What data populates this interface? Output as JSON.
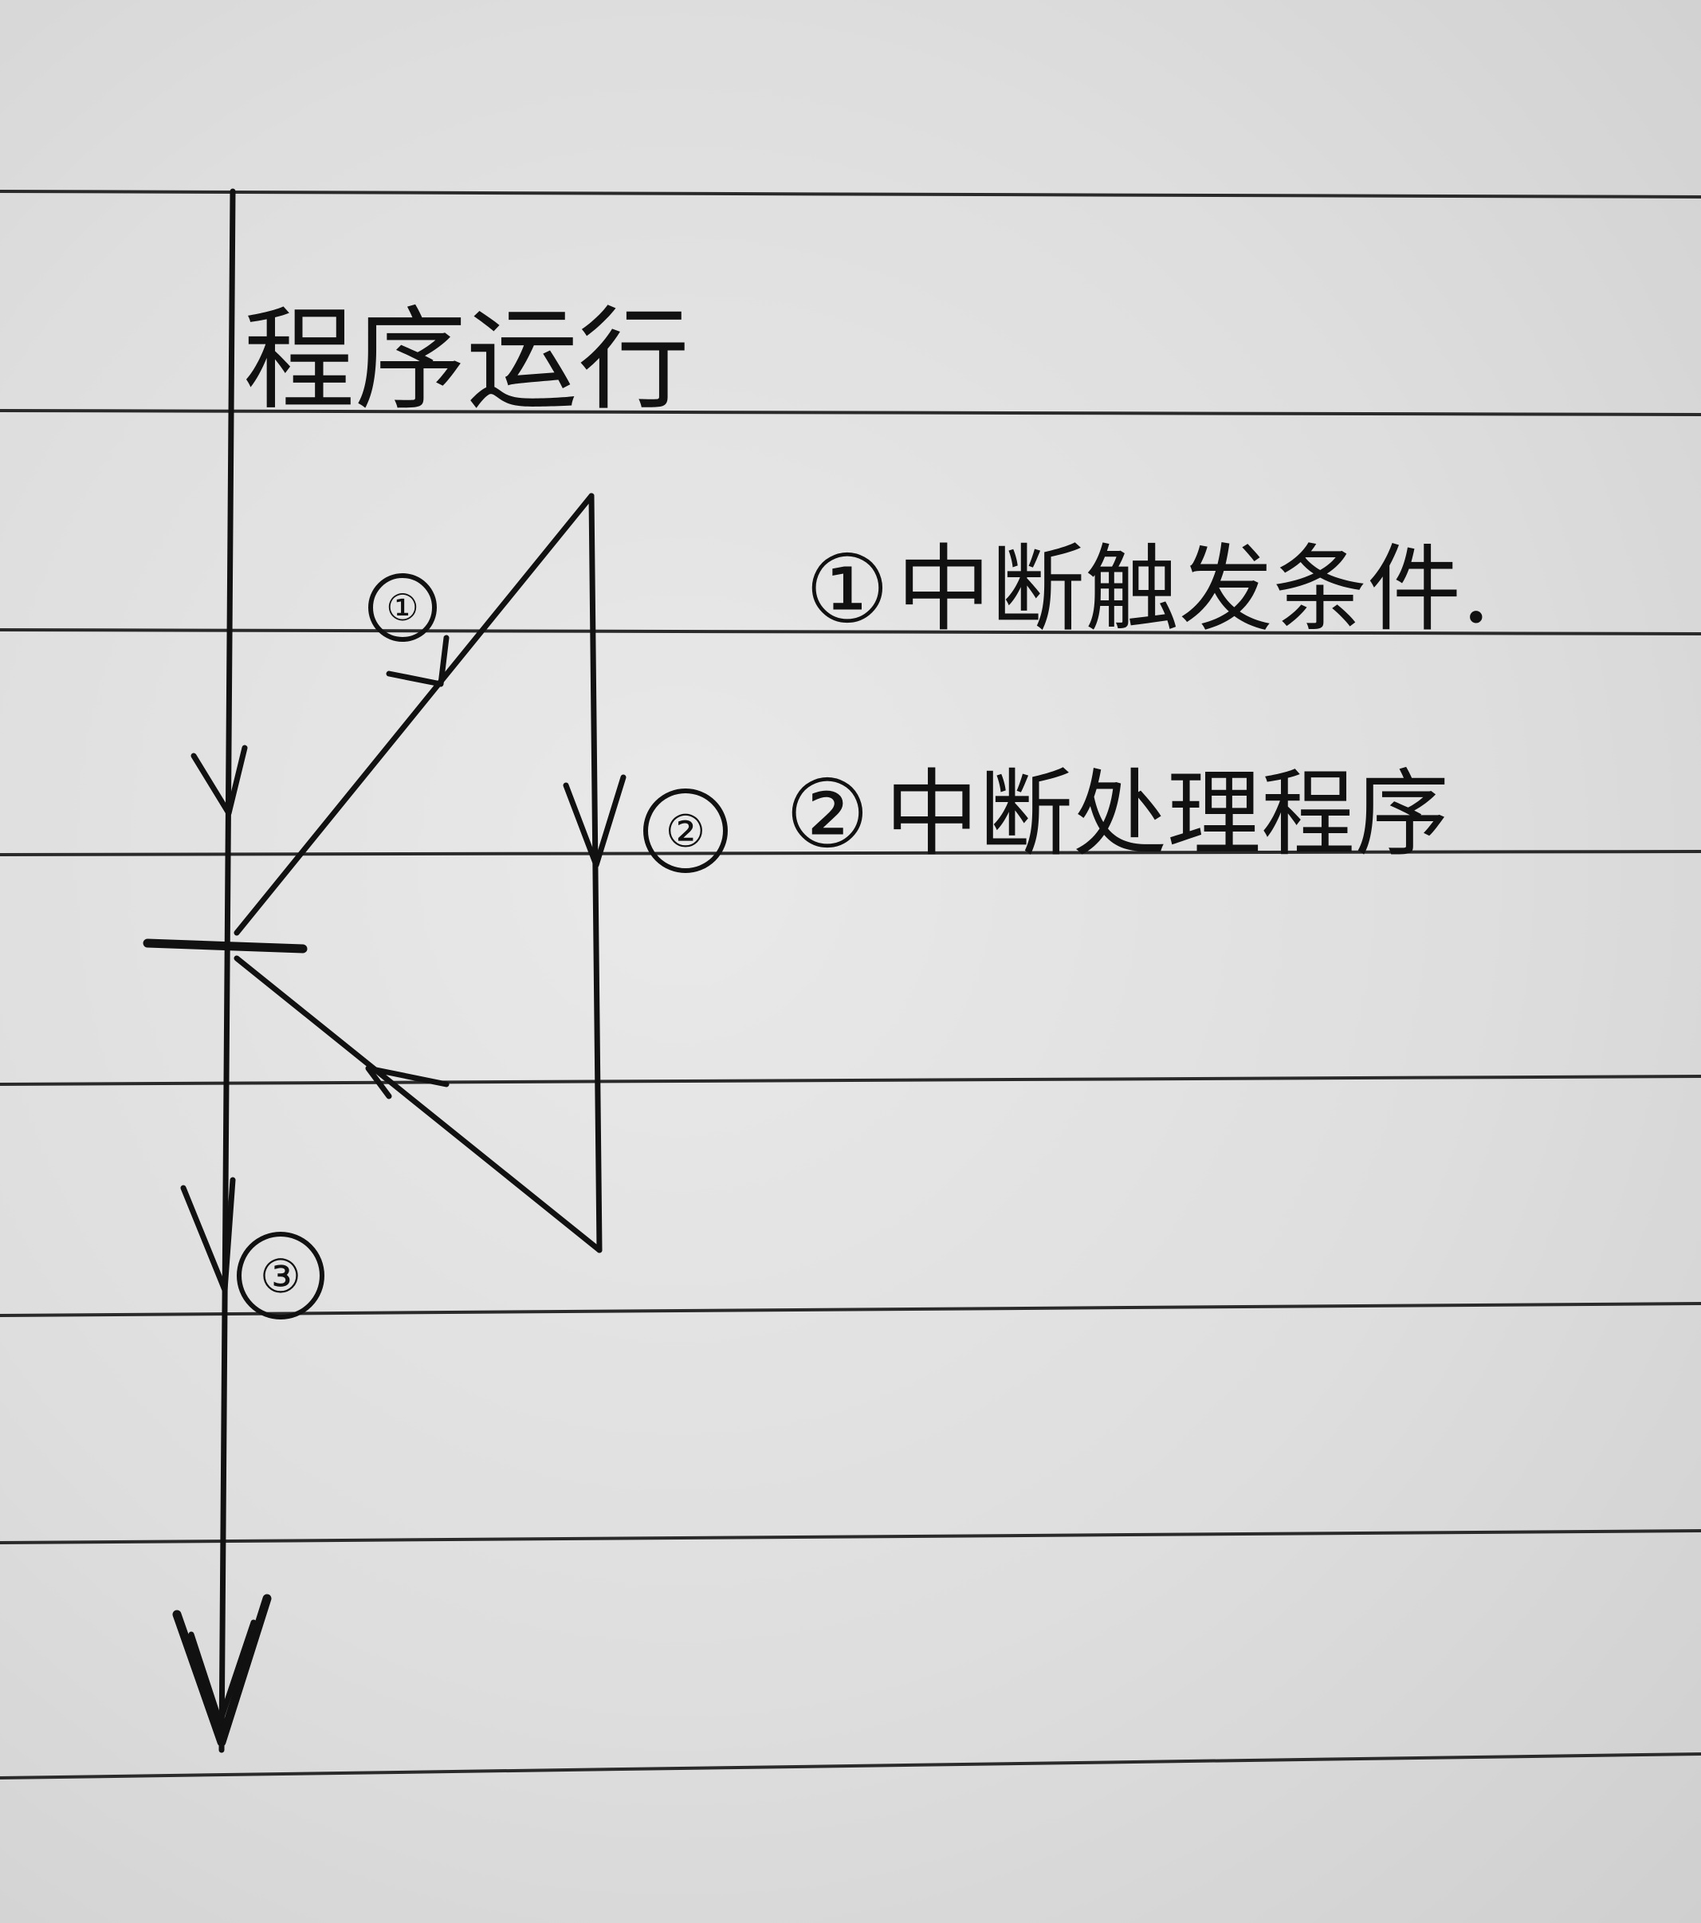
{
  "title": "程序运行",
  "markers": {
    "m1": "①",
    "m2": "②",
    "m3": "③"
  },
  "legend": [
    {
      "mark": "①",
      "text": "中断触发条件."
    },
    {
      "mark": "②",
      "text": "中断处理程序"
    }
  ]
}
